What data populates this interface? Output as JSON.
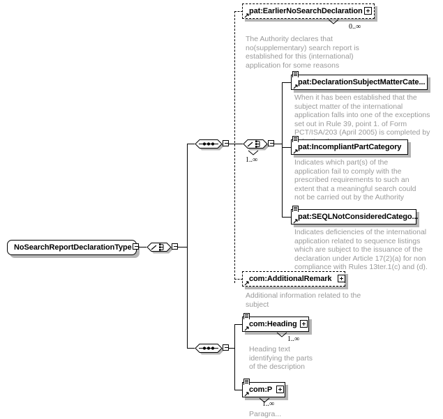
{
  "diagram": {
    "kind": "xml-schema-element-diagram",
    "root": {
      "name": "NoSearchReportDeclarationType",
      "compositor": "choice"
    },
    "colors": {
      "line": "#000000",
      "node_fill": "#ffffff",
      "shadow": "#b5b5b5",
      "annotation_text": "#9a9a9a",
      "label_text": "#000000"
    },
    "branches": [
      {
        "id": "branch-1",
        "compositor": "sequence",
        "items": [
          {
            "id": "earlier-no-search-declaration",
            "label": "pat:EarlierNoSearchDeclaration",
            "optional": true,
            "expander": "+",
            "occurrence": "0..∞",
            "annotation": "The Authority declares that no(supplementary) search report is established for this (international) application for some reasons"
          },
          {
            "id": "inner-choice",
            "compositor": "choice",
            "occurrence": "1..∞",
            "items": [
              {
                "id": "declaration-subject-matter-category",
                "label": "pat:DeclarationSubjectMatterCate...",
                "optional": false,
                "annotation": "When it has been established that the subject matter of the international application falls into one of the exceptions set out in Rule 39, point 1. of Form PCT/ISA/203 (April 2005) is completed by selecting the exception."
              },
              {
                "id": "incompliant-part-category",
                "label": "pat:IncompliantPartCategory",
                "optional": false,
                "annotation": "Indicates which part(s) of the application fail to comply with the prescribed requirements to such an extent that a meaningful search could not be carried out by the Authority"
              },
              {
                "id": "seql-not-considered-category",
                "label": "pat:SEQLNotConsideredCatego...",
                "optional": false,
                "annotation": "Indicates deficiencies of the international application related to sequence listings which are subject to the issuance of the declaration under Article 17(2)(a) for non compliance with Rules 13ter.1(c) and (d)."
              }
            ]
          },
          {
            "id": "additional-remark",
            "label": "com:AdditionalRemark",
            "optional": true,
            "expander": "+",
            "annotation": "Additional information related to the subject"
          }
        ]
      },
      {
        "id": "branch-2",
        "compositor": "sequence",
        "items": [
          {
            "id": "heading",
            "label": "com:Heading",
            "optional": false,
            "expander": "+",
            "occurrence": "1..∞",
            "annotation": "Heading text identifying the parts of the description"
          },
          {
            "id": "paragraph",
            "label": "com:P",
            "optional": false,
            "expander": "+",
            "occurrence": "1..∞",
            "annotation": "Paragra..."
          }
        ]
      }
    ]
  }
}
